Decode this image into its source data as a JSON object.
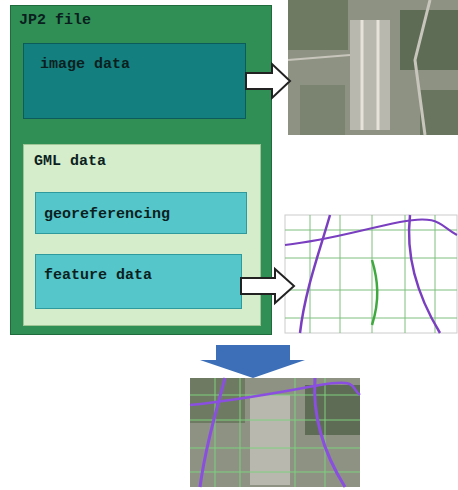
{
  "diagram": {
    "nodes": [
      {
        "text": [
          "JP2 file"
        ]
      },
      {
        "text": [
          "image data"
        ],
        "in": 0
      },
      {
        "text": [
          "GML data"
        ],
        "in": 0
      },
      {
        "text": [
          "georeferencing"
        ],
        "in": 2
      },
      {
        "text": [
          "feature data"
        ],
        "in": 2
      }
    ]
  }
}
